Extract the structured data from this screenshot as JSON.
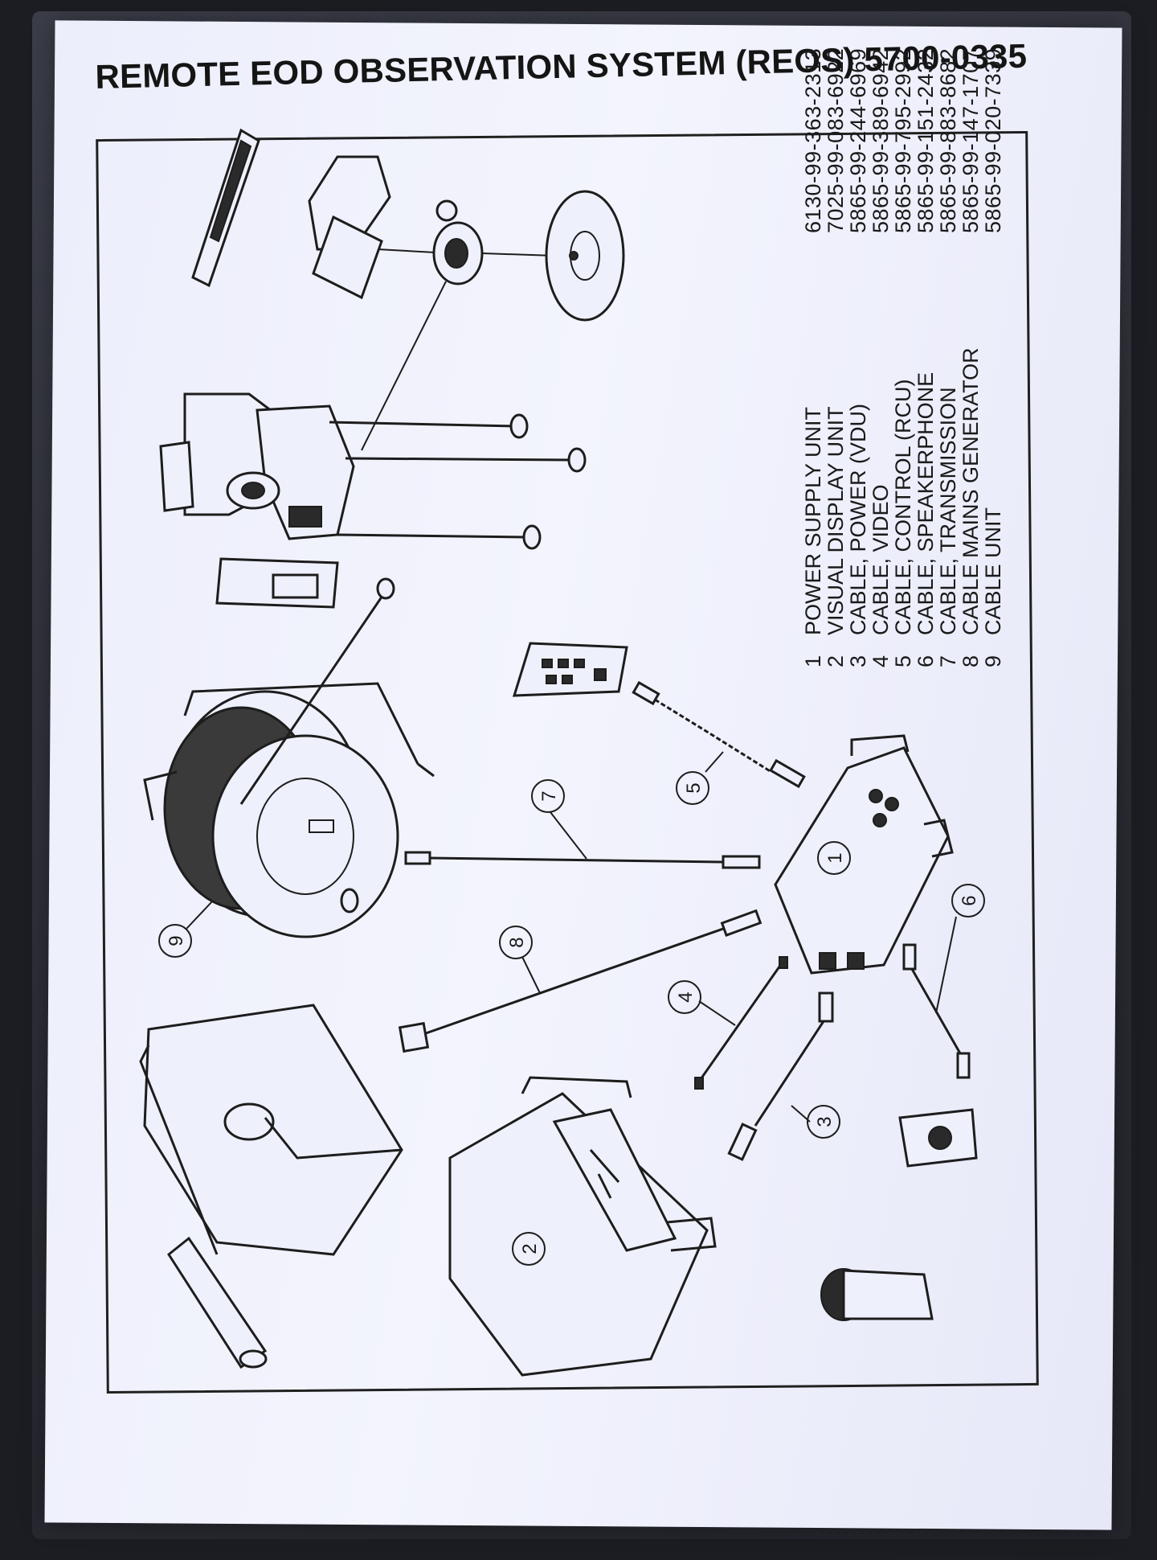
{
  "title": "REMOTE EOD OBSERVATION SYSTEM (REOS) 5700-0335",
  "legend": [
    {
      "num": "1",
      "description": "POWER  SUPPLY  UNIT",
      "nsn": "6130-99-363-2313"
    },
    {
      "num": "2",
      "description": "VISUAL  DISPLAY  UNIT",
      "nsn": "7025-99-083-6922"
    },
    {
      "num": "3",
      "description": "CABLE,  POWER  (VDU)",
      "nsn": "5865-99-244-6969"
    },
    {
      "num": "4",
      "description": "CABLE,  VIDEO",
      "nsn": "5865-99-389-6942"
    },
    {
      "num": "5",
      "description": "CABLE,  CONTROL  (RCU)",
      "nsn": "5865-99-795-2992"
    },
    {
      "num": "6",
      "description": "CABLE,  SPEAKERPHONE",
      "nsn": "5865-99-151-2432"
    },
    {
      "num": "7",
      "description": "CABLE,  TRANSMISSION",
      "nsn": "5865-99-883-8682"
    },
    {
      "num": "8",
      "description": "CABLE  MAINS  GENERATOR",
      "nsn": "5865-99-147-1707"
    },
    {
      "num": "9",
      "description": "CABLE  UNIT",
      "nsn": "5865-99-020-7339"
    }
  ],
  "callouts": [
    "1",
    "2",
    "3",
    "4",
    "5",
    "6",
    "7",
    "8",
    "9"
  ]
}
